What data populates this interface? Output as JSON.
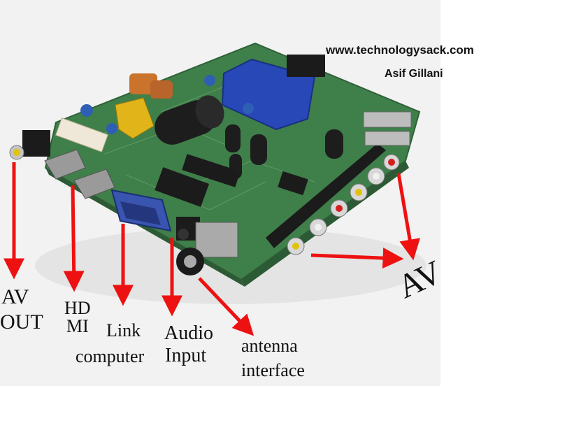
{
  "header": {
    "website": "www.technologysack.com",
    "author": "Asif Gillani"
  },
  "labels": {
    "av_out_line1": "AV",
    "av_out_line2": "OUT",
    "hdmi_line1": "HD",
    "hdmi_line2": "MI",
    "link_line1": "Link",
    "link_line2": "computer",
    "audio_line1": "Audio",
    "audio_line2": "Input",
    "antenna_line1": "antenna",
    "antenna_line2": "interface",
    "av_right": "AV"
  },
  "colors": {
    "pcb": "#3f7f4a",
    "arrow": "#ee1111",
    "connector_blue": "#3a55b0",
    "connector_black": "#1b1b1b",
    "transformer_blue": "#2848b8"
  }
}
